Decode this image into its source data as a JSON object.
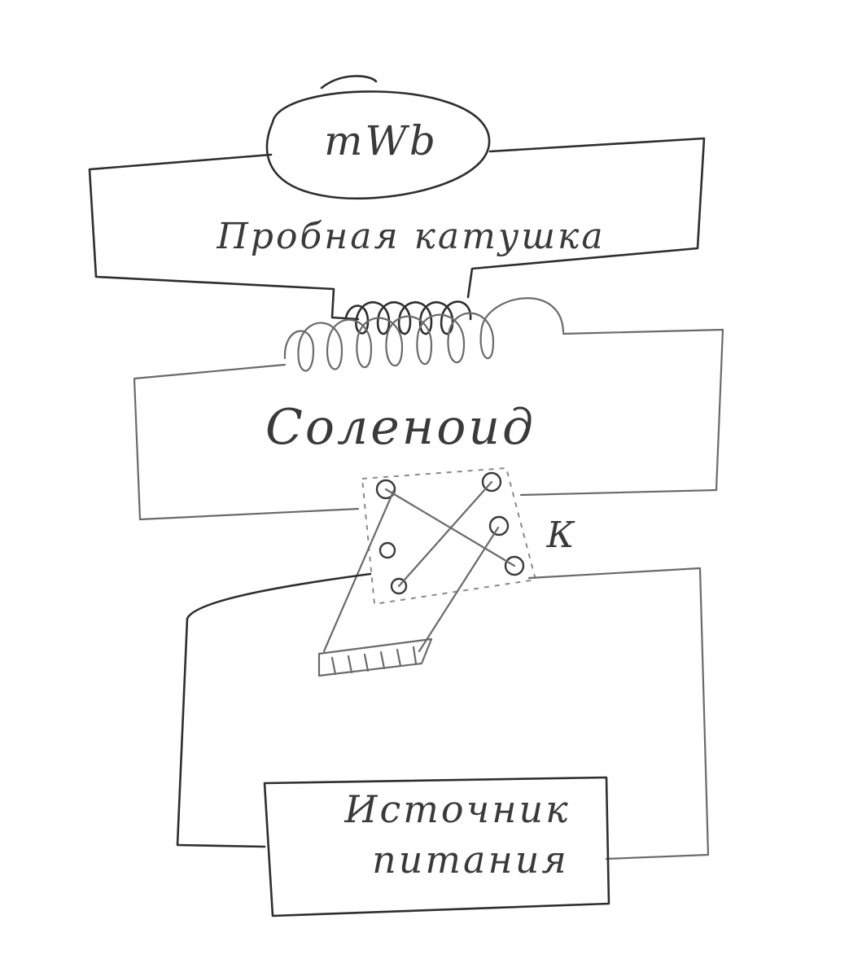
{
  "diagram": {
    "meter_label": "mWb",
    "probe_coil_label": "Пробная катушка",
    "solenoid_label": "Соленоид",
    "switch_label": "К",
    "source_label_line1": "Источник",
    "source_label_line2": "питания",
    "ink_color": "#2e2e2e"
  }
}
